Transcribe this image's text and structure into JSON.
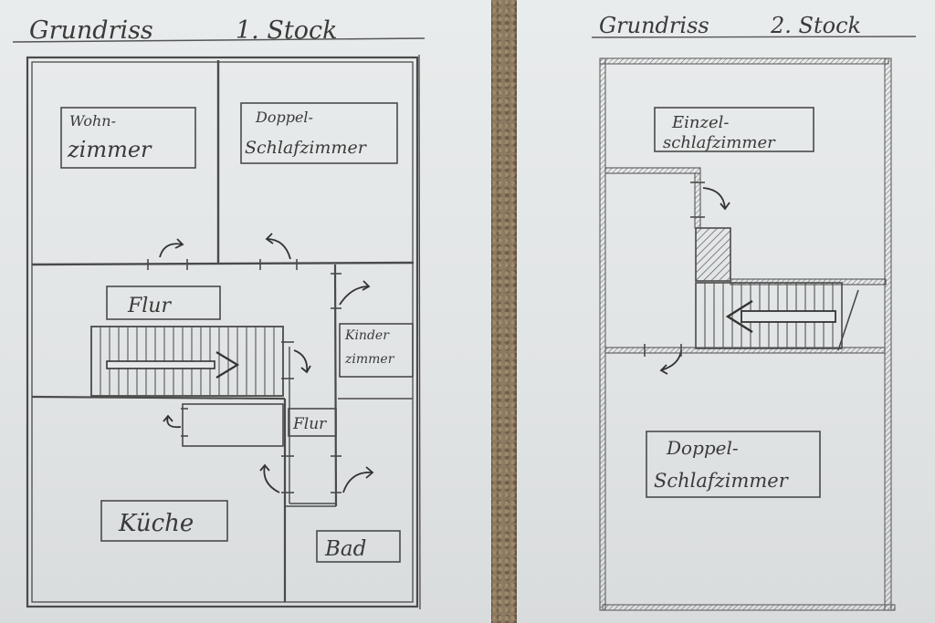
{
  "left_plan": {
    "title": "Grundriss",
    "floor": "1. Stock",
    "rooms": {
      "wohnzimmer": [
        "Wohn-",
        "zimmer"
      ],
      "doppelschlafzimmer": [
        "Doppel-",
        "Schlafzimmer"
      ],
      "flur_main": "Flur",
      "kinderzimmer": [
        "Kinder",
        "zimmer"
      ],
      "flur_small": "Flur",
      "kueche": "Küche",
      "bad": "Bad"
    }
  },
  "right_plan": {
    "title": "Grundriss",
    "floor": "2. Stock",
    "rooms": {
      "einzelschlafzimmer": [
        "Einzel-",
        "schlafzimmer"
      ],
      "doppelschlafzimmer": [
        "Doppel-",
        "Schlafzimmer"
      ]
    }
  },
  "colors": {
    "pencil": "#4a4a4a",
    "paper": "#e5e8e9",
    "carpet": "#8c7a62"
  }
}
